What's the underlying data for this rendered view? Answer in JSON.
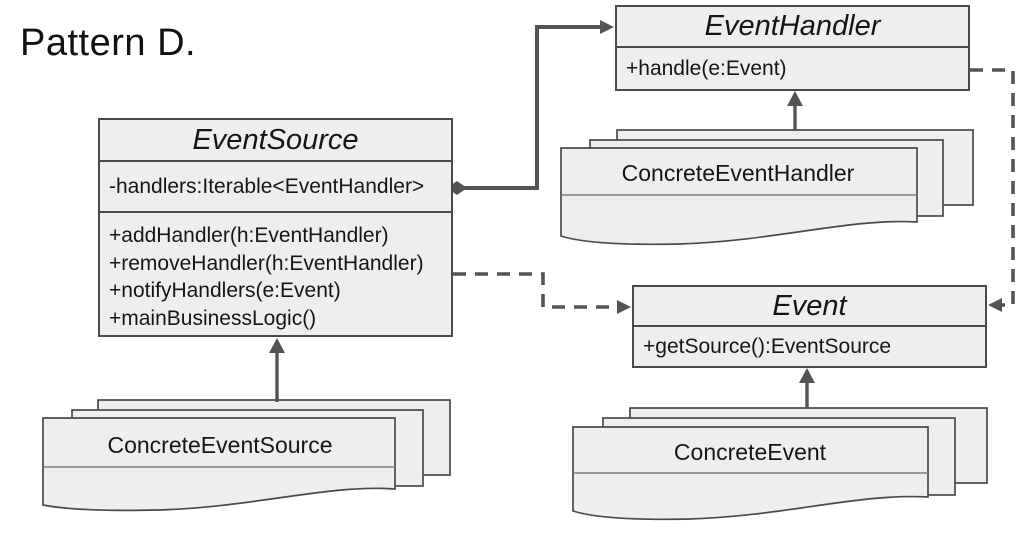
{
  "title": "Pattern D.",
  "colors": {
    "box_fill": "#eeeeee",
    "box_border": "#4a4a4c",
    "connector": "#545456",
    "text": "#161616",
    "background": "#ffffff"
  },
  "classes": {
    "event_source": {
      "name": "EventSource",
      "attribute": "-handlers:Iterable<EventHandler>",
      "methods": [
        "+addHandler(h:EventHandler)",
        "+removeHandler(h:EventHandler)",
        "+notifyHandlers(e:Event)",
        "+mainBusinessLogic()"
      ]
    },
    "event_handler": {
      "name": "EventHandler",
      "methods": [
        "+handle(e:Event)"
      ]
    },
    "event": {
      "name": "Event",
      "methods": [
        "+getSource():EventSource"
      ]
    },
    "concrete_event_source": {
      "name": "ConcreteEventSource"
    },
    "concrete_event_handler": {
      "name": "ConcreteEventHandler"
    },
    "concrete_event": {
      "name": "ConcreteEvent"
    }
  },
  "relationships": [
    "EventSource aggregates EventHandler (solid line, diamond at source)",
    "EventSource depends on Event (dashed arrow)",
    "EventHandler depends on Event (dashed arrow)",
    "ConcreteEventSource inherits EventSource",
    "ConcreteEventHandler inherits EventHandler",
    "ConcreteEvent inherits Event"
  ]
}
